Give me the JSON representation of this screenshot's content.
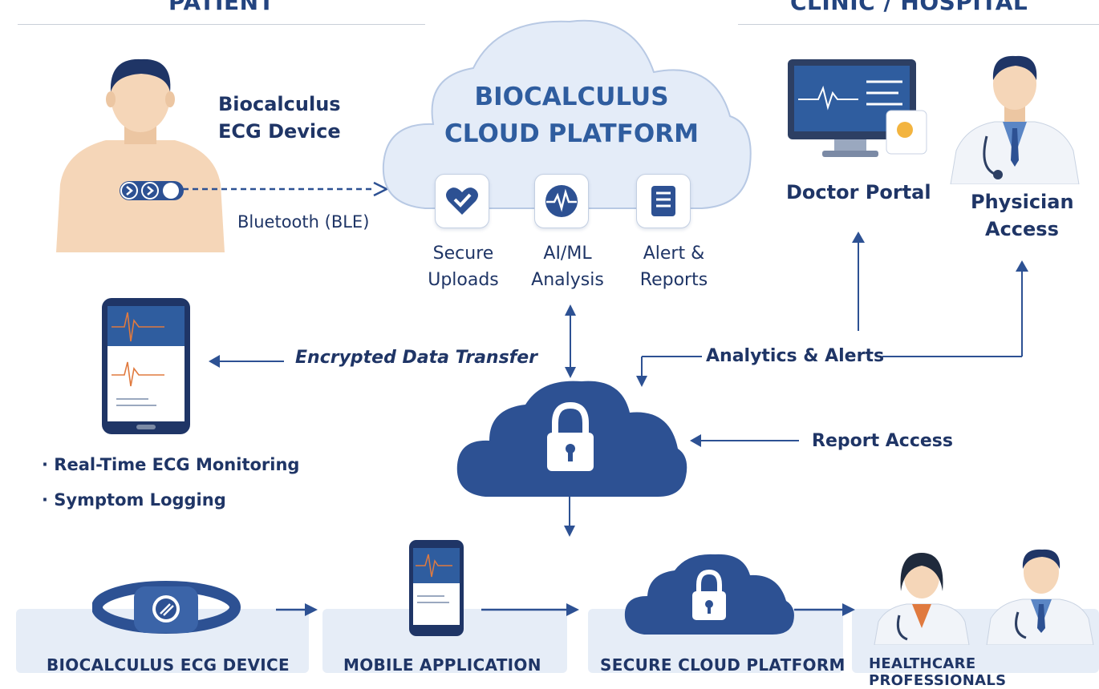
{
  "headers": {
    "patient": "PATIENT",
    "clinic": "CLINIC / HOSPITAL"
  },
  "patient": {
    "device_label_line1": "Biocalculus",
    "device_label_line2": "ECG Device",
    "connection": "Bluetooth (BLE)"
  },
  "cloud": {
    "title_line1": "BIOCALCULUS",
    "title_line2": "CLOUD PLATFORM",
    "services": [
      {
        "line1": "Secure",
        "line2": "Uploads",
        "icon": "heart-shield-icon"
      },
      {
        "line1": "AI/ML",
        "line2": "Analysis",
        "icon": "waveform-icon"
      },
      {
        "line1": "Alert &",
        "line2": "Reports",
        "icon": "document-icon"
      }
    ]
  },
  "clinic": {
    "doctor_portal": "Doctor Portal",
    "physician_line1": "Physician",
    "physician_line2": "Access"
  },
  "flows": {
    "encrypted": "Encrypted Data Transfer",
    "analytics": "Analytics & Alerts",
    "report": "Report Access"
  },
  "mobile_features": [
    "Real-Time ECG Monitoring",
    "Symptom Logging"
  ],
  "bottom_steps": [
    "BIOCALCULUS ECG DEVICE",
    "MOBILE APPLICATION",
    "SECURE CLOUD PLATFORM",
    "HEALTHCARE PROFESSIONALS"
  ],
  "colors": {
    "primary": "#2d5193",
    "dark": "#1f3566",
    "cloud_light": "#e4ecf8",
    "accent_orange": "#e07a3f"
  }
}
